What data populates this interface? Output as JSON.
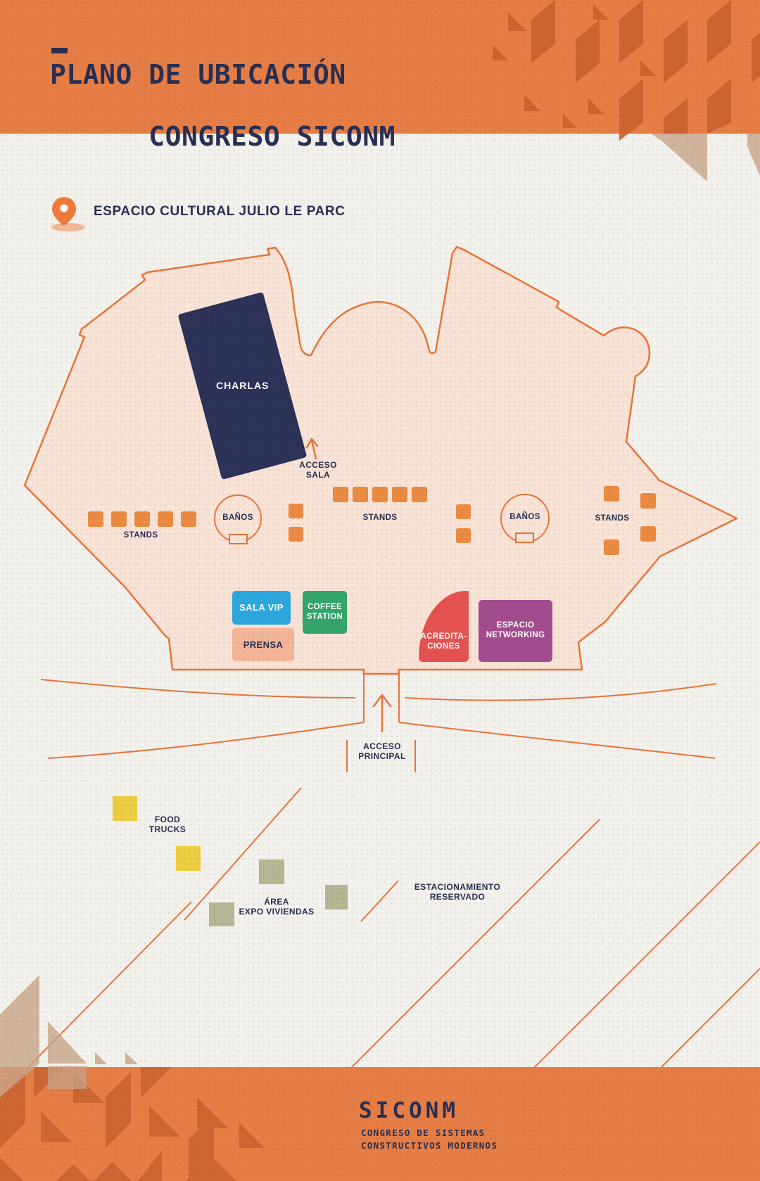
{
  "header": {
    "title_line1": "PLANO DE UBICACIÓN",
    "title_line2": "CONGRESO SICONM"
  },
  "venue": {
    "label": "ESPACIO CULTURAL JULIO LE PARC"
  },
  "map": {
    "charlas": "CHARLAS",
    "acceso_sala": {
      "l1": "ACCESO",
      "l2": "SALA"
    },
    "stands": "STANDS",
    "banos": "BAÑOS",
    "sala_vip": "SALA VIP",
    "coffee": {
      "l1": "COFFEE",
      "l2": "STATION"
    },
    "prensa": "PRENSA",
    "acreditaciones": {
      "l1": "ACREDITA-",
      "l2": "CIONES"
    },
    "networking": {
      "l1": "ESPACIO",
      "l2": "NETWORKING"
    },
    "acceso_principal": {
      "l1": "ACCESO",
      "l2": "PRINCIPAL"
    },
    "food_trucks": {
      "l1": "FOOD",
      "l2": "TRUCKS"
    },
    "expo_viviendas": {
      "l1": "ÁREA",
      "l2": "EXPO VIVIENDAS"
    },
    "estacionamiento": {
      "l1": "ESTACIONAMIENTO",
      "l2": "RESERVADO"
    }
  },
  "footer": {
    "brand": "SICONM",
    "tagline_line1": "CONGRESO DE SISTEMAS",
    "tagline_line2": "CONSTRUCTIVOS MODERNOS"
  },
  "colors": {
    "band_orange": "#E67D45",
    "pattern_orange": "#C96230",
    "outline_orange": "#E8743B",
    "navy": "#272E52",
    "background": "#F3F1EC",
    "building_fill": "#F8E3D6",
    "stand_orange": "#EB8A41",
    "sala_vip_blue": "#2BA7DE",
    "coffee_green": "#33A56C",
    "prensa_salmon": "#F3B597",
    "acreditaciones_red": "#E55150",
    "networking_purple": "#A34B8F",
    "food_trucks_yellow": "#EDCE41",
    "expo_olive": "#B7B593",
    "tan_shapes": "#C7A385"
  }
}
